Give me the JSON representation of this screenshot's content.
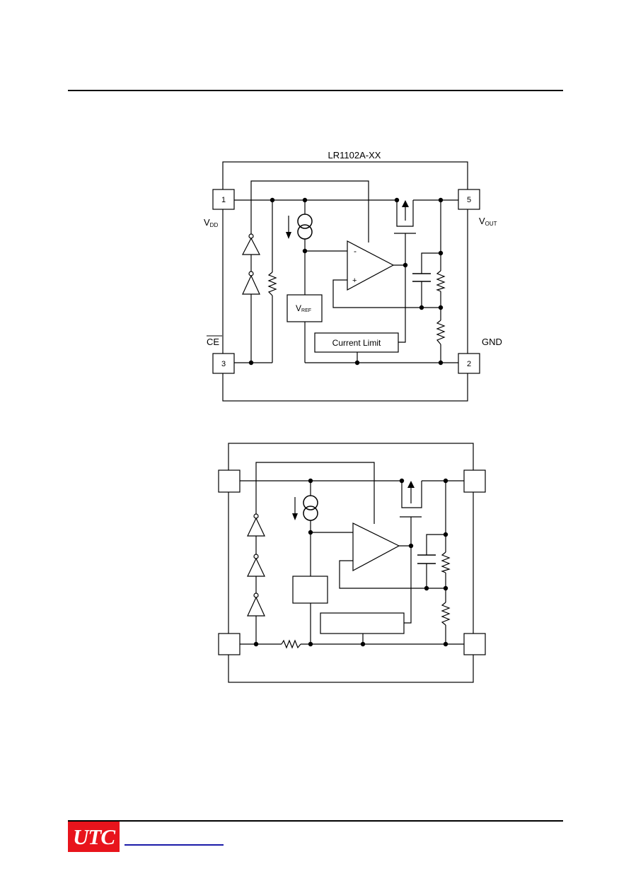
{
  "diagram1": {
    "title": "LR1102A-XX",
    "pins": {
      "pin1": "1",
      "pin5": "5",
      "pin3": "3",
      "pin2": "2"
    },
    "labels": {
      "vdd_main": "V",
      "vdd_sub": "DD",
      "vout_main": "V",
      "vout_sub": "OUT",
      "ce": "CE",
      "gnd": "GND",
      "vref_main": "V",
      "vref_sub": "REF",
      "current_limit": "Current Limit",
      "opamp_minus": "-",
      "opamp_plus": "+"
    }
  },
  "footer": {
    "logo": "UTC"
  }
}
